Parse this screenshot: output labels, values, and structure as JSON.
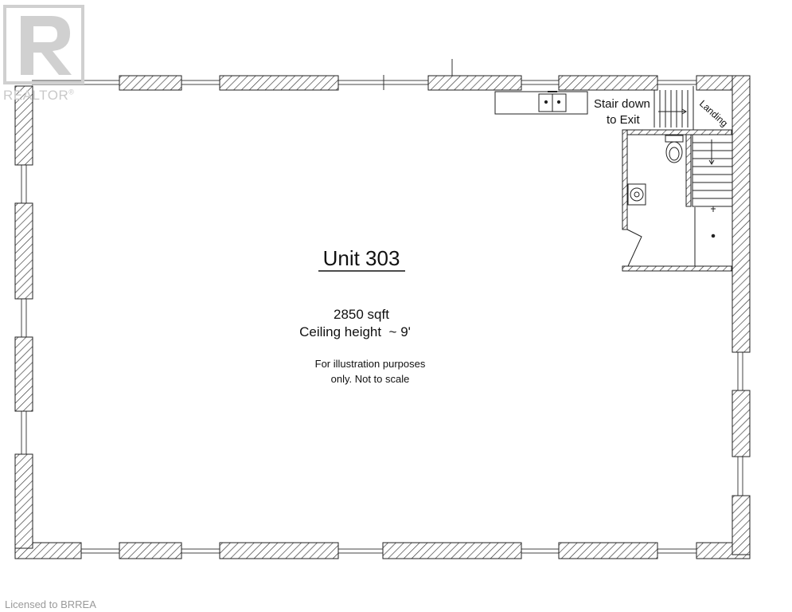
{
  "plan": {
    "unit_title": "Unit 303",
    "area": "2850 sqft",
    "ceiling": "Ceiling height  ~ 9'",
    "note_line1": "For illustration purposes",
    "note_line2": "only. Not to scale",
    "stair_line1": "Stair down",
    "stair_line2": "to Exit",
    "landing": "Landing"
  },
  "watermark": {
    "text": "REALTOR",
    "mark": "®",
    "logo_icon": "realtor-r-logo-icon"
  },
  "footer": {
    "license": "Licensed to BRREA"
  },
  "colors": {
    "wall_hatch": "#333333",
    "watermark": "#c9c9c9",
    "footer_text": "#9a9a9a"
  }
}
